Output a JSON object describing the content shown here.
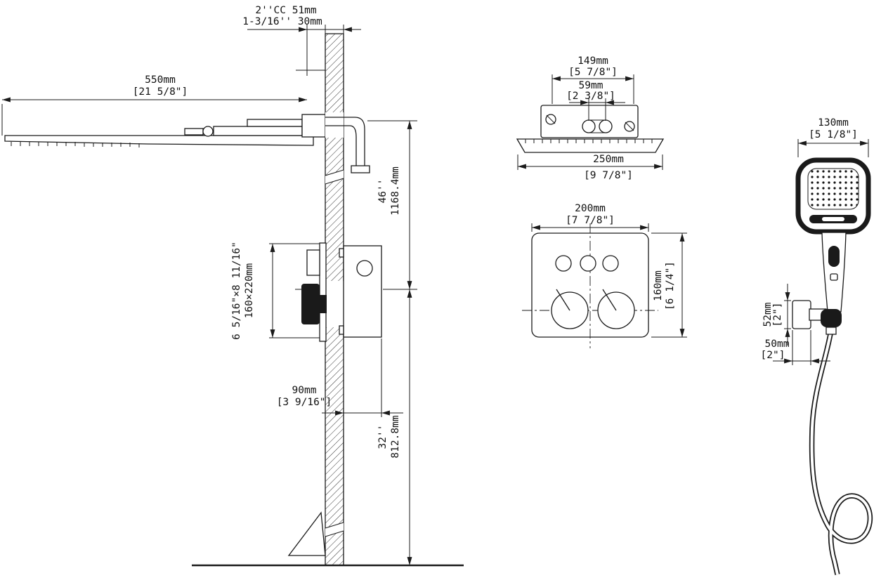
{
  "page": {
    "ink_color": "#1a1a1a",
    "background_color": "#ffffff"
  },
  "side_view": {
    "cc_label": "2''CC 51mm",
    "offset_label": "1-3/16'' 30mm",
    "arm_length_mm": "550mm",
    "arm_length_in": "[21 5/8\"]",
    "head_height_in": "46''",
    "head_height_mm": "1168.4mm",
    "valve_box_in": "6 5/16\"×8 11/16\"",
    "valve_box_mm": "160×220mm",
    "valve_offset_mm": "90mm",
    "valve_offset_in": "[3 9/16\"]",
    "valve_height_in": "32''",
    "valve_height_mm": "812.8mm"
  },
  "top_view": {
    "bracket_width_mm": "149mm",
    "bracket_width_in": "[5 7/8\"]",
    "port_spacing_mm": "59mm",
    "port_spacing_in": "[2 3/8\"]",
    "head_width_mm": "250mm",
    "head_width_in": "[9 7/8\"]"
  },
  "valve_panel": {
    "width_mm": "200mm",
    "width_in": "[7 7/8\"]",
    "height_mm": "160mm",
    "height_in": "[6 1/4\"]"
  },
  "hand_shower": {
    "head_width_mm": "130mm",
    "head_width_in": "[5 1/8\"]",
    "holder_height_mm": "52mm",
    "holder_height_in": "[2\"]",
    "holder_width_mm": "50mm",
    "holder_width_in": "[2\"]"
  }
}
